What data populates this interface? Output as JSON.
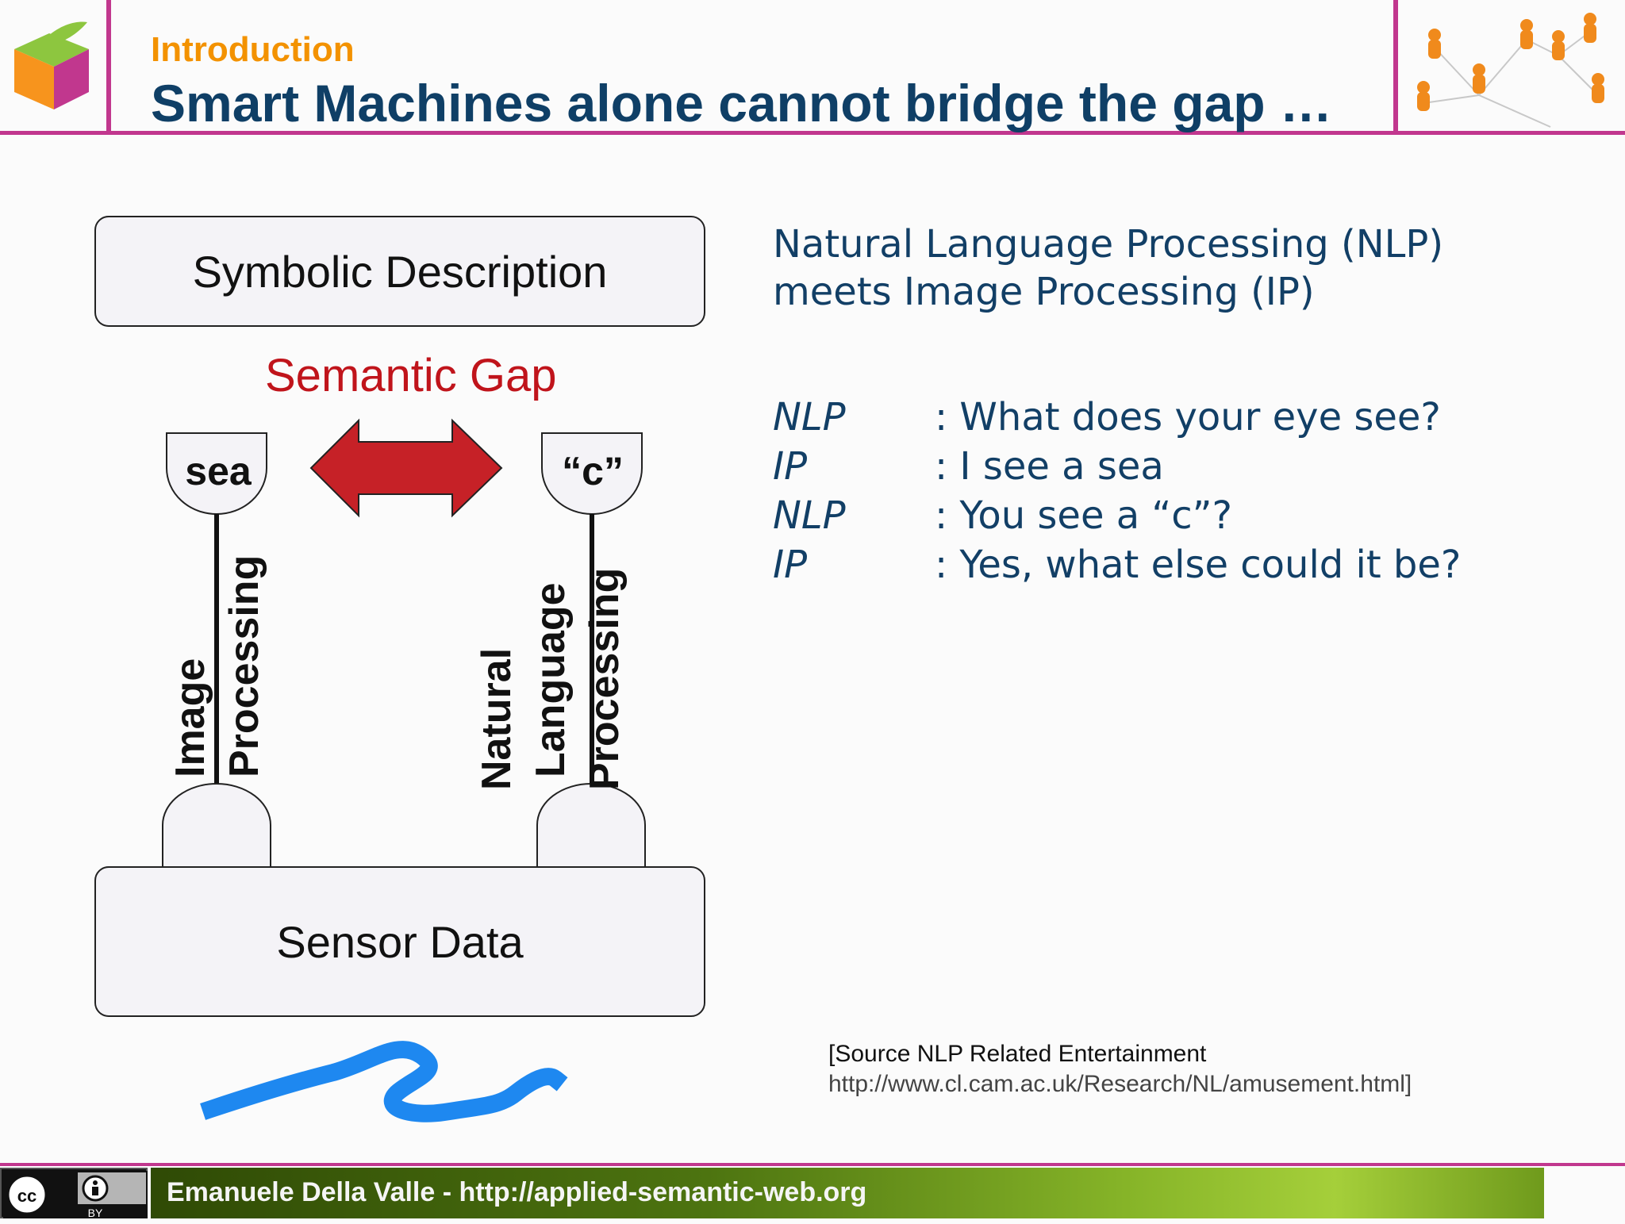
{
  "header": {
    "section": "Introduction",
    "title": "Smart Machines alone cannot bridge the gap …"
  },
  "diagram": {
    "top_box": "Symbolic Description",
    "bottom_box": "Sensor Data",
    "gap_label": "Semantic Gap",
    "left_output": "sea",
    "right_output": "“c”",
    "left_process": [
      "Image",
      "Processing"
    ],
    "right_process": [
      "Natural",
      "Language",
      "Processing"
    ]
  },
  "right_panel": {
    "intro": [
      "Natural Language Processing (NLP)",
      "meets Image Processing (IP)"
    ],
    "dialogue": [
      {
        "speaker": "NLP",
        "text": ": What does your eye see?"
      },
      {
        "speaker": "IP",
        "text": ": I see a sea"
      },
      {
        "speaker": "NLP",
        "text": ": You see a “c”?"
      },
      {
        "speaker": "IP",
        "text": ": Yes, what else could it be?"
      }
    ],
    "source": [
      "[Source NLP Related Entertainment",
      "http://www.cl.cam.ac.uk/Research/NL/amusement.html]"
    ]
  },
  "footer": {
    "license_badge": [
      "cc",
      "BY"
    ],
    "text": "Emanuele Della Valle - http://applied-semantic-web.org"
  },
  "colors": {
    "accent_magenta": "#c1378e",
    "title_blue": "#0f3f66",
    "section_orange": "#f39200",
    "gap_red": "#c0141b",
    "arrow_red": "#c62127",
    "squiggle_blue": "#1e88f0"
  }
}
